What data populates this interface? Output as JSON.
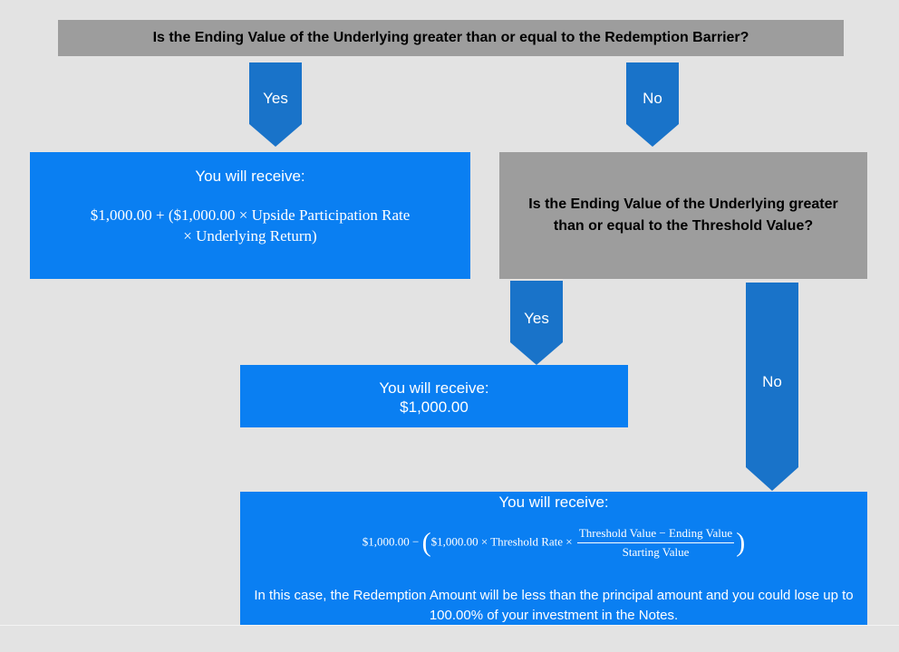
{
  "colors": {
    "gray_box": "#9d9d9d",
    "blue_box": "#0a7ff2",
    "arrow": "#1973c9",
    "background": "#e3e3e3"
  },
  "question1": "Is the Ending Value of the Underlying greater than or equal to the Redemption Barrier?",
  "question2": "Is the Ending Value of the Underlying greater than or equal to the Threshold Value?",
  "arrows": {
    "yes1": "Yes",
    "no1": "No",
    "yes2": "Yes",
    "no2": "No"
  },
  "outcome1": {
    "header": "You will receive:",
    "formula_line1": "$1,000.00 + ($1,000.00 × Upside Participation Rate",
    "formula_line2": "× Underlying Return)"
  },
  "outcome2": {
    "header": "You will receive:",
    "amount": "$1,000.00"
  },
  "outcome3": {
    "header": "You will receive:",
    "formula_prefix": "$1,000.00 −",
    "formula_inner": "$1,000.00 × Threshold Rate ×",
    "fraction_numerator": "Threshold Value − Ending Value",
    "fraction_denominator": "Starting Value",
    "note": "In this case, the Redemption Amount will be less than the principal amount and you could lose up to 100.00% of your investment in the Notes."
  }
}
